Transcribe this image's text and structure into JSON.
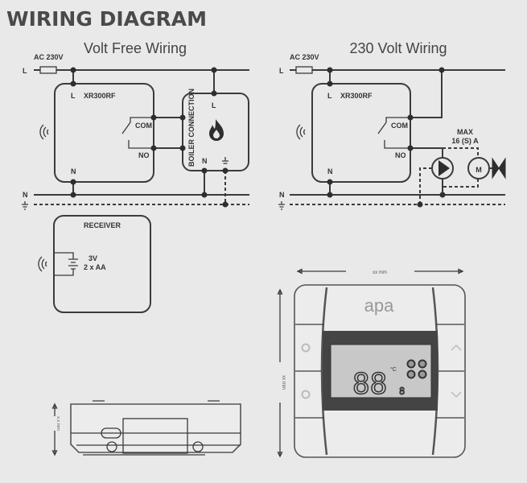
{
  "title": "WIRING DIAGRAM",
  "volt_free": {
    "heading": "Volt Free Wiring",
    "supply_label": "AC 230V",
    "line_label": "L",
    "neutral_label": "N",
    "device": {
      "name": "XR300RF",
      "l": "L",
      "n": "N",
      "com": "COM",
      "no": "NO"
    },
    "boiler": {
      "label": "BOILER CONNECTION",
      "l": "L",
      "n": "N"
    }
  },
  "volt_230": {
    "heading": "230 Volt Wiring",
    "supply_label": "AC 230V",
    "line_label": "L",
    "neutral_label": "N",
    "device": {
      "name": "XR300RF",
      "l": "L",
      "n": "N",
      "com": "COM",
      "no": "NO"
    },
    "max_label": "MAX",
    "rating": "16 (S) A",
    "motor_label": "M"
  },
  "receiver": {
    "title": "RECEIVER",
    "voltage": "3V",
    "battery": "2 x AA"
  },
  "front_view": {
    "width_label": "xx mm",
    "height_label": "xx mm",
    "logo": "apa",
    "display_digits": "88",
    "unit": "°C",
    "small_digit": "8"
  },
  "side_view": {
    "depth_label": "x.x mm"
  }
}
